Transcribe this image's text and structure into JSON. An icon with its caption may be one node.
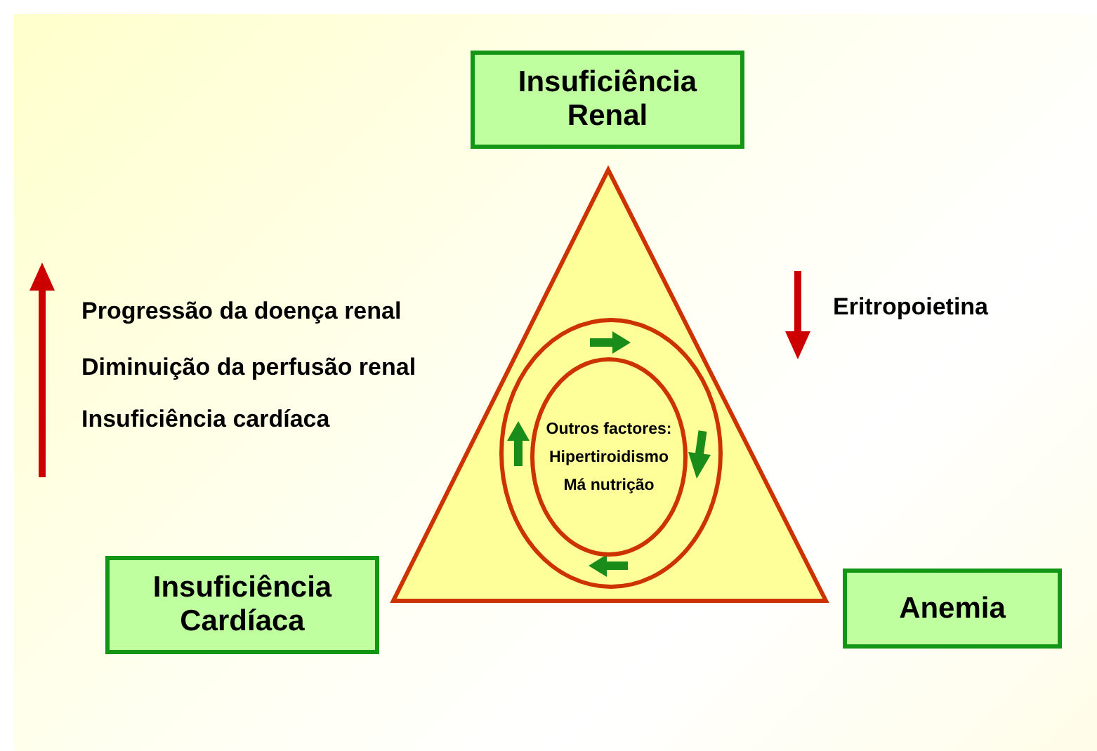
{
  "diagram": {
    "nodes": [
      {
        "text": [
          "Insuficiência Renal"
        ]
      },
      {
        "text": [
          "Insuficiência Cardíaca"
        ]
      },
      {
        "text": [
          "Anemia"
        ]
      },
      {
        "text": [
          "Outros factores:",
          "Hipertiroidismo",
          "Má nutrição"
        ]
      }
    ],
    "labels": [
      "Progressão da doença renal",
      "Diminuição da perfusão renal",
      "Insuficiência cardíaca",
      "Eritropoietina"
    ]
  }
}
